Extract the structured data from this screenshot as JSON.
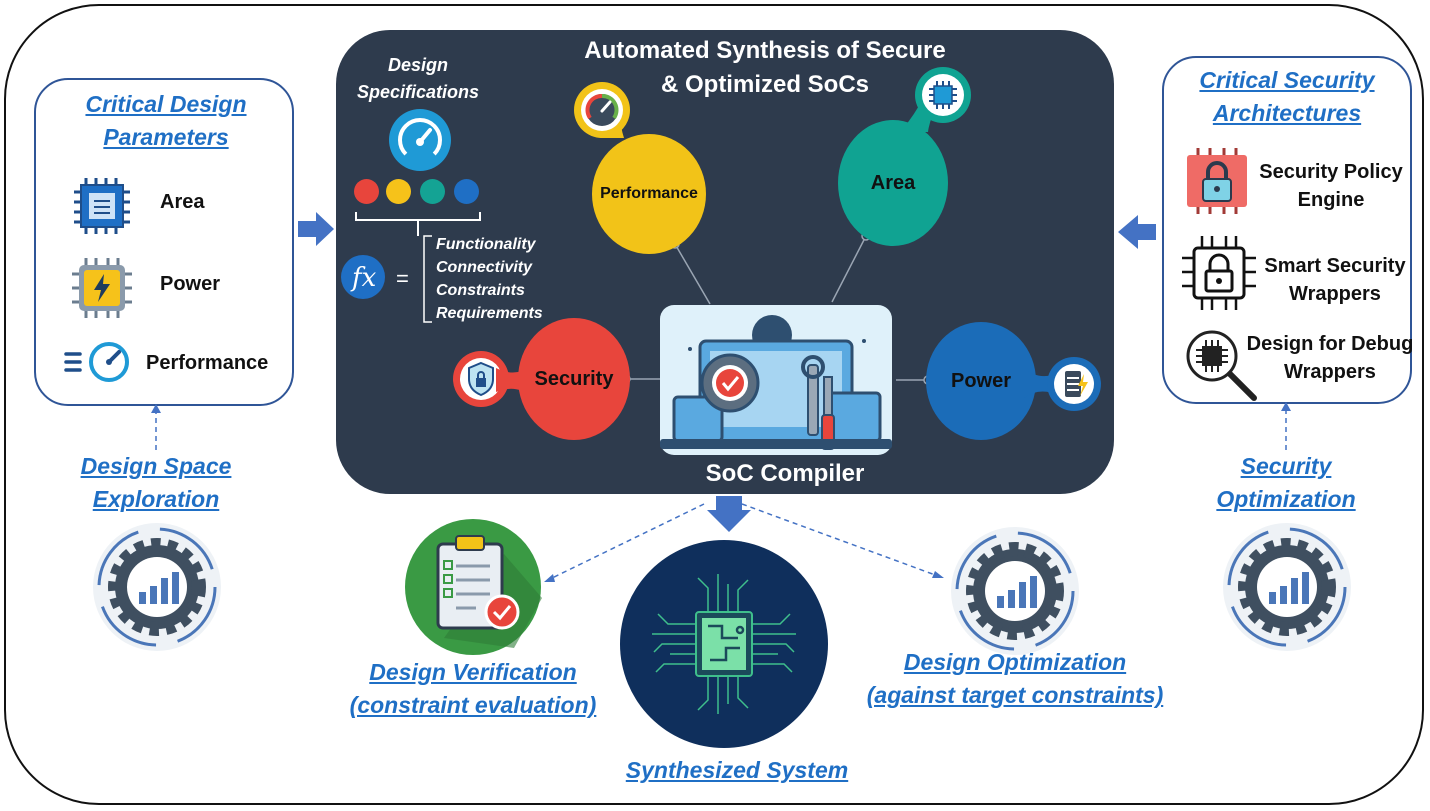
{
  "title": {
    "line1": "Automated Synthesis of Secure",
    "line2": "& Optimized SoCs"
  },
  "left_panel": {
    "title_line1": "Critical Design ",
    "title_line2": "Parameters",
    "items": [
      {
        "label": "Area",
        "icon": "chip-icon"
      },
      {
        "label": "Power",
        "icon": "power-chip-icon"
      },
      {
        "label": "Performance",
        "icon": "speedometer-icon"
      }
    ]
  },
  "right_panel": {
    "title_line1": "Critical Security",
    "title_line2": "Architectures",
    "items": [
      {
        "line1": "Security Policy",
        "line2": "Engine",
        "icon": "lock-chip-icon"
      },
      {
        "line1": "Smart Security",
        "line2": "Wrappers",
        "icon": "padlock-circuit-icon"
      },
      {
        "line1": "Design for Debug",
        "line2": "Wrappers",
        "icon": "magnifier-chip-icon"
      }
    ]
  },
  "specs": {
    "title_line1": "Design",
    "title_line2": "Specifications",
    "fx_symbol": "fx",
    "equals": "=",
    "dot_colors": [
      "#e8453c",
      "#f6c21a",
      "#14a394",
      "#1f6fc5"
    ],
    "items": [
      "Functionality",
      "Connectivity",
      "Constraints",
      "Requirements"
    ]
  },
  "bubbles": {
    "performance": {
      "label": "Performance",
      "color": "#f2c318"
    },
    "area": {
      "label": "Area",
      "color": "#10a392"
    },
    "security": {
      "label": "Security",
      "color": "#e8453c"
    },
    "power": {
      "label": "Power",
      "color": "#1b6cb8"
    }
  },
  "compiler": {
    "label": "SoC Compiler"
  },
  "bottom": {
    "dse_line1": "Design Space",
    "dse_line2": "Exploration",
    "secopt_line1": "Security ",
    "secopt_line2": "Optimization",
    "verification_line1": "Design Verification",
    "verification_line2": "(constraint evaluation)",
    "optimization_line1": "Design Optimization",
    "optimization_line2": "(against target constraints) ",
    "synthesized": "Synthesized System"
  },
  "colors": {
    "dark_panel": "#2e3b4d",
    "accent_blue": "#1f6fc5",
    "panel_border": "#2f5597",
    "arrow_blue": "#4472c4"
  }
}
